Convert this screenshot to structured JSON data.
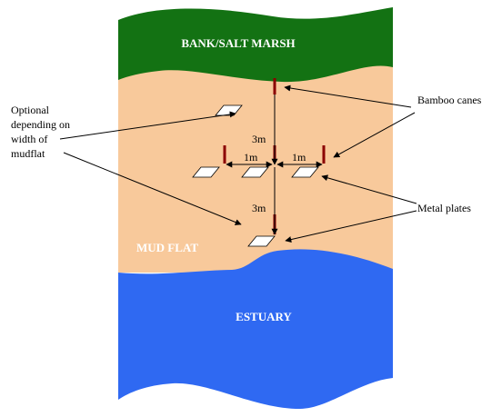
{
  "regions": {
    "bank": {
      "label": "BANK/SALT MARSH",
      "color": "#137213"
    },
    "mudflat": {
      "label": "MUD FLAT",
      "color": "#f8c99b"
    },
    "estuary": {
      "label": "ESTUARY",
      "color": "#2f69f2"
    }
  },
  "callouts": {
    "optional": [
      "Optional",
      "depending on",
      "width of",
      "mudflat"
    ],
    "bamboo": "Bamboo canes",
    "plates": "Metal plates"
  },
  "distances": {
    "upper": "3m",
    "lower": "3m",
    "left": "1m",
    "right": "1m"
  },
  "colors": {
    "cane": "#8b0000",
    "plate_fill": "#ffffff",
    "plate_edge": "#000000",
    "arrow": "#000000"
  }
}
